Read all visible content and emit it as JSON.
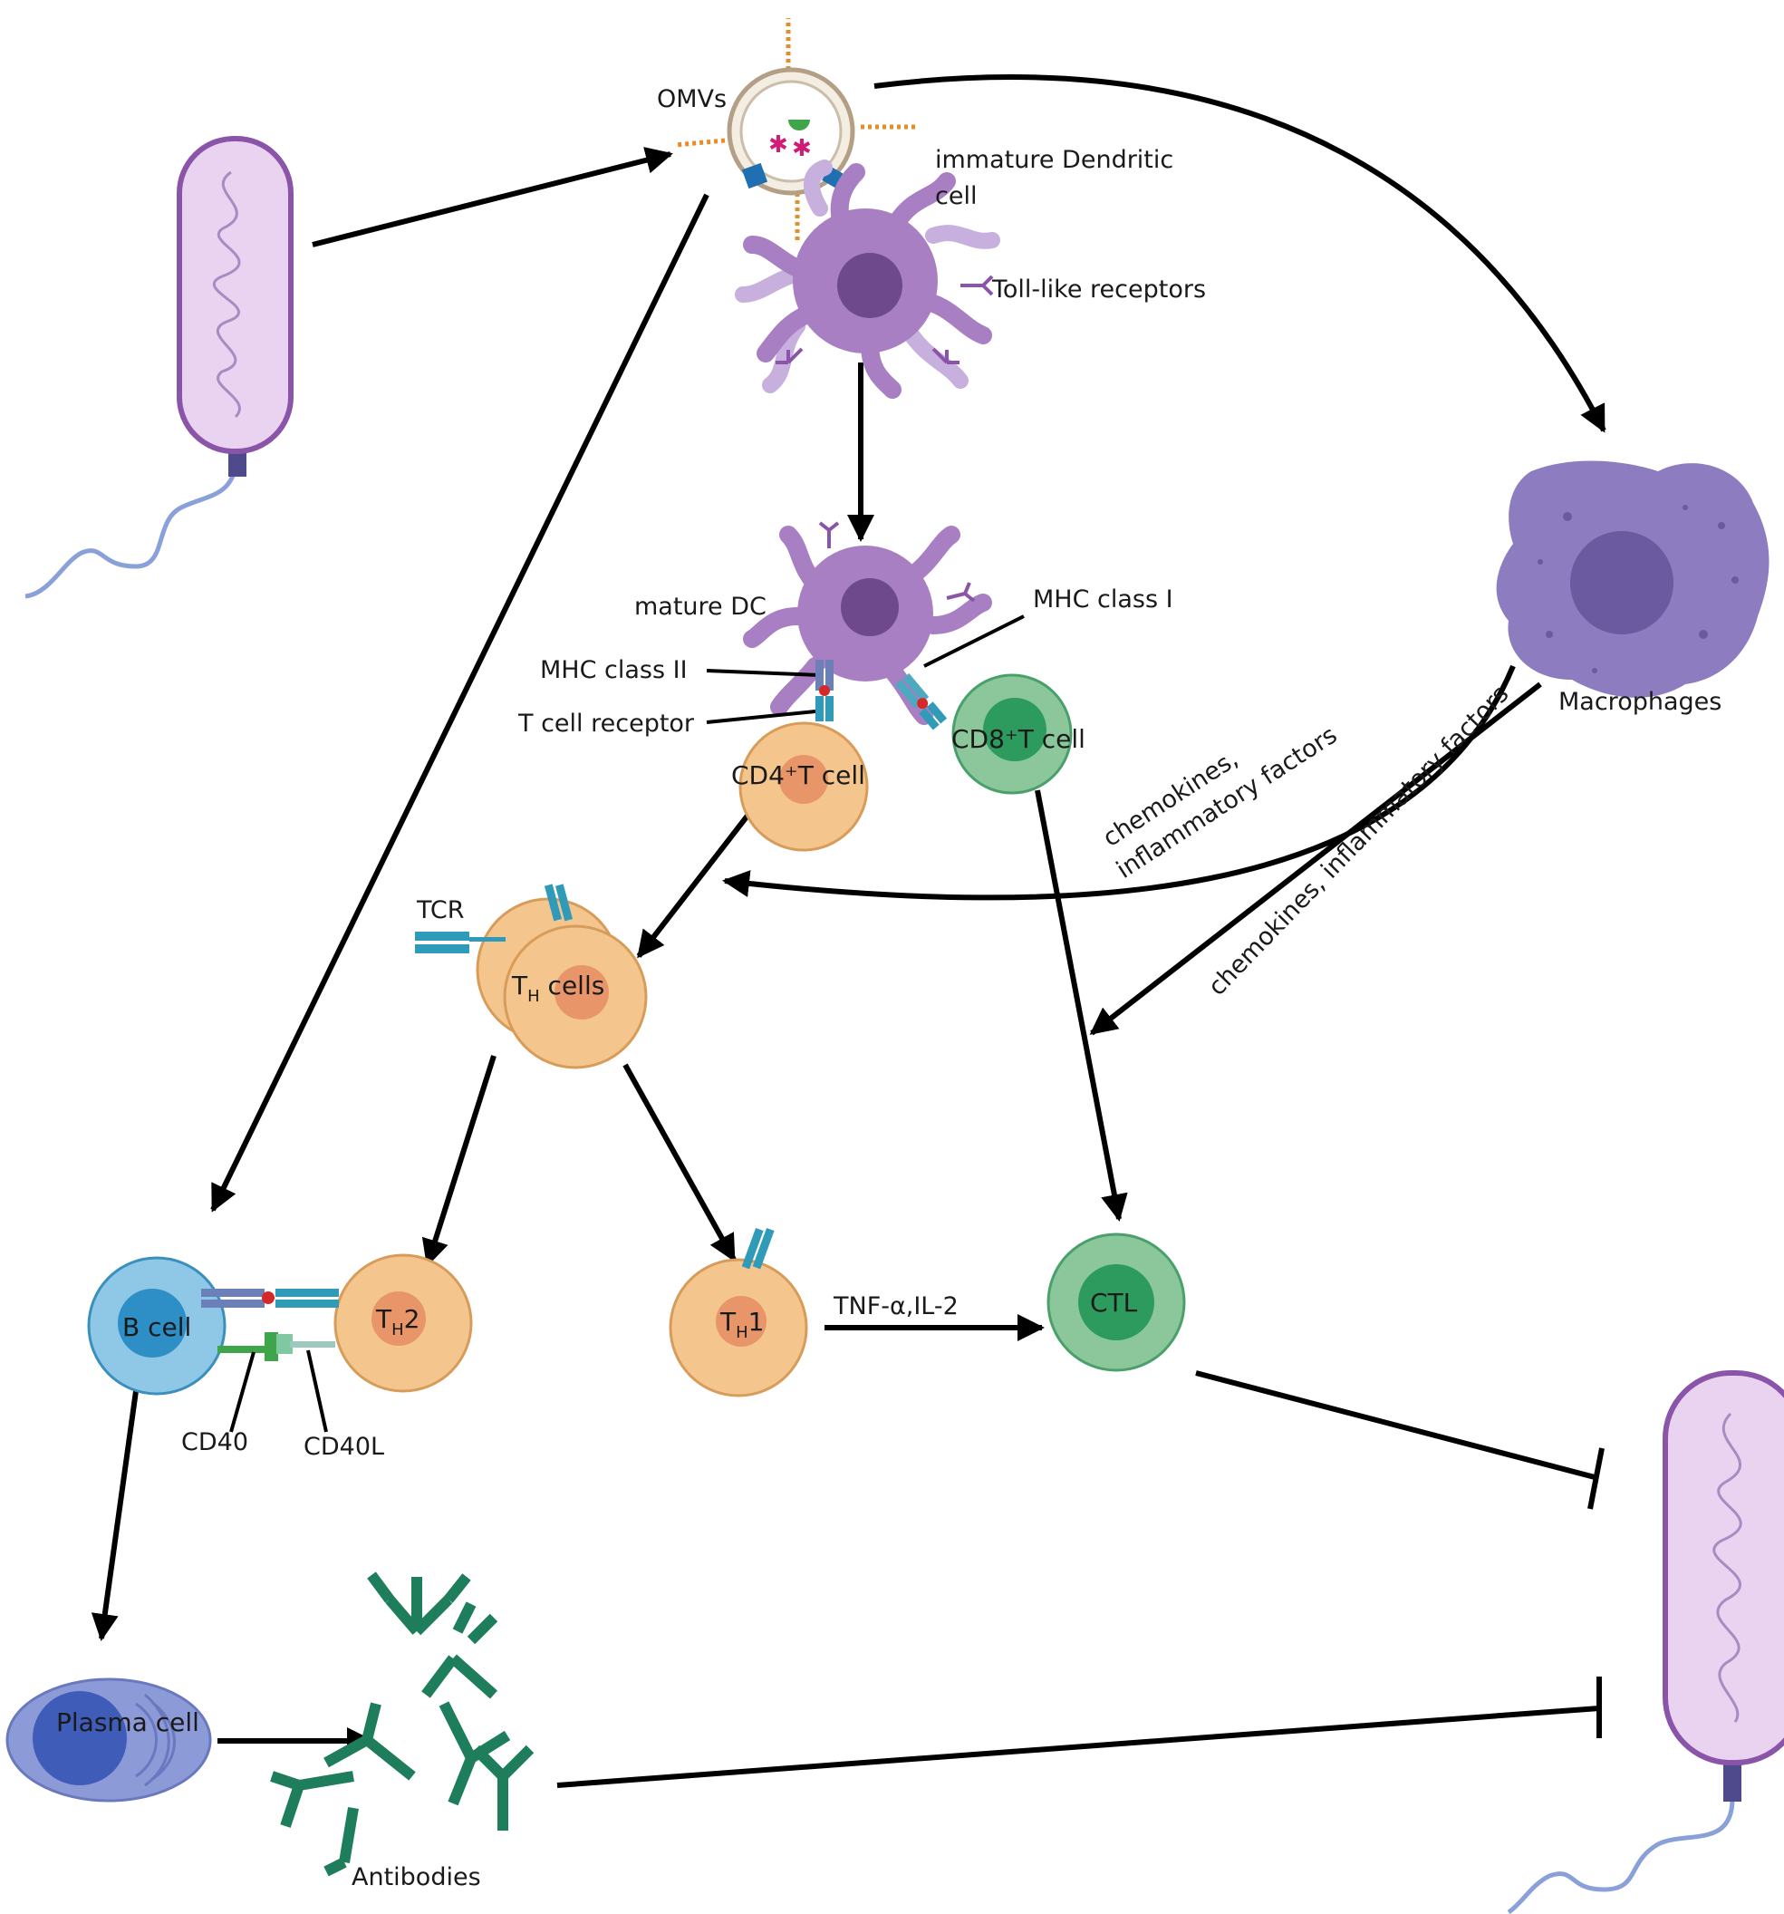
{
  "labels": {
    "omvs": "OMVs",
    "immature_dc_line1": "immature Dendritic",
    "immature_dc_line2": "cell",
    "toll_like": "Toll-like receptors",
    "mature_dc": "mature DC",
    "mhc_class_1": "MHC class I",
    "mhc_class_2": "MHC class II",
    "t_cell_receptor": "T cell receptor",
    "cd4_t_cell": "CD4⁺T cell",
    "cd8_t_cell": "CD8⁺T cell",
    "macrophages": "Macrophages",
    "chemokines_1_line1": "chemokines,",
    "chemokines_1_line2": "inflammatory factors",
    "chemokines_2": "chemokines, inflammatory factors",
    "tcr": "TCR",
    "th_cells": "T",
    "th_cells_sub": "H",
    "th_cells_rest": " cells",
    "th2": "T",
    "th2_sub": "H",
    "th2_rest": "2",
    "th1": "T",
    "th1_sub": "H",
    "th1_rest": "1",
    "tnf": "TNF-α,IL-2",
    "ctl": "CTL",
    "b_cell": "B cell",
    "cd40": "CD40",
    "cd40l": "CD40L",
    "plasma_cell": "Plasma cell",
    "antibodies": "Antibodies"
  },
  "colors": {
    "bacterium_fill": "#ead3f0",
    "bacterium_stroke": "#8a55a8",
    "dendritic": "#a77fc2",
    "dendritic_nucleus": "#6e4a8c",
    "macrophage": "#8d7cc0",
    "macrophage_nucleus": "#6b5aa0",
    "t_cell": "#f4c68e",
    "t_cell_nucleus": "#e8956a",
    "cd8_cell": "#8cc79c",
    "cd8_nucleus": "#2e9b5e",
    "b_cell": "#8fc8e6",
    "b_cell_nucleus": "#2e8fc6",
    "plasma_cell": "#8d9ad8",
    "plasma_nucleus": "#3f5cb8",
    "antibody": "#1e7d5a",
    "receptor": "#2f9bb8"
  }
}
